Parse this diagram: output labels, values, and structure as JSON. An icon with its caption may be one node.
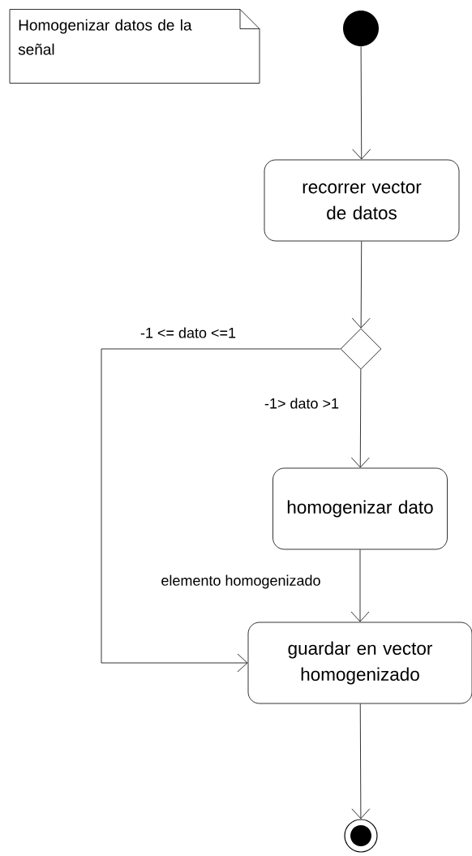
{
  "diagram": {
    "nodes": [
      {
        "text": [
          "Homogenizar datos de la señal"
        ]
      },
      {
        "text": [],
        "shape": "circle"
      },
      {
        "text": [
          "recorrer vector de datos"
        ]
      },
      {
        "text": [],
        "shape": "diamond"
      },
      {
        "text": [
          "homogenizar dato"
        ]
      },
      {
        "text": [
          "guardar en vector homogenizado"
        ]
      },
      {
        "text": [],
        "shape": "circle"
      }
    ],
    "edges": [
      {
        "from": 1,
        "to": 2,
        "arrow": "to"
      },
      {
        "from": 2,
        "to": 3,
        "arrow": "to"
      },
      {
        "from": 3,
        "to": 4,
        "arrow": "to",
        "label": "-1> dato >1"
      },
      {
        "from": 3,
        "to": 5,
        "arrow": "to",
        "label": "-1 <= dato <=1"
      },
      {
        "from": 4,
        "to": 5,
        "arrow": "to",
        "label": "elemento homogenizado"
      },
      {
        "from": 5,
        "to": 6,
        "arrow": "to"
      }
    ]
  }
}
